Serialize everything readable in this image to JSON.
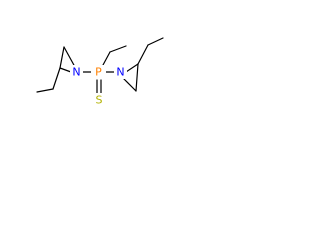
{
  "molecule": {
    "atoms": {
      "phosphorus": {
        "symbol": "P",
        "color": "#ff8000"
      },
      "sulfur": {
        "symbol": "S",
        "color": "#b2b200"
      },
      "nitrogen_left": {
        "symbol": "N",
        "color": "#0000ff"
      },
      "nitrogen_right": {
        "symbol": "N",
        "color": "#0000ff"
      }
    },
    "bond_color": "#000000"
  }
}
